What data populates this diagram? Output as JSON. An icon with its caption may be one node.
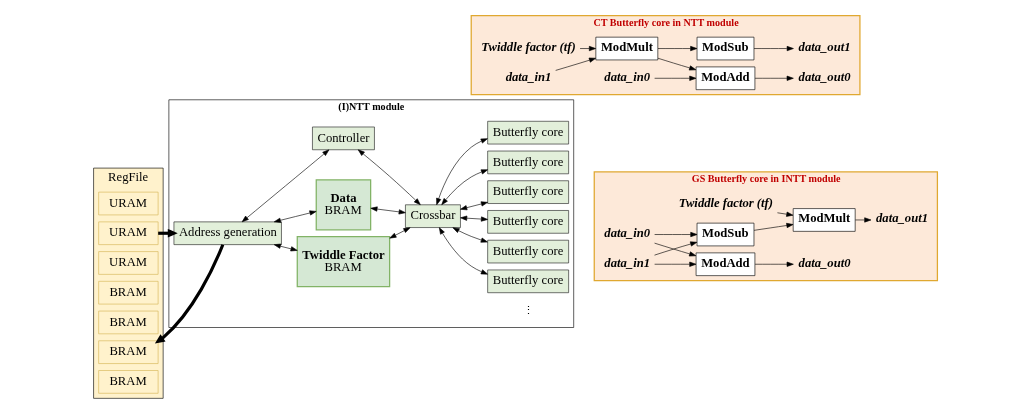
{
  "diagram": {
    "nodes": [
      {
        "text": [
          "RegFile"
        ]
      },
      {
        "text": [
          "URAM"
        ],
        "in": 0
      },
      {
        "text": [
          "URAM"
        ],
        "in": 0
      },
      {
        "text": [
          "URAM"
        ],
        "in": 0
      },
      {
        "text": [
          "BRAM"
        ],
        "in": 0
      },
      {
        "text": [
          "BRAM"
        ],
        "in": 0
      },
      {
        "text": [
          "BRAM"
        ],
        "in": 0
      },
      {
        "text": [
          "BRAM"
        ],
        "in": 0
      },
      {
        "text": [
          "(I)NTT module"
        ]
      },
      {
        "text": [
          "Address generation"
        ],
        "in": 8
      },
      {
        "text": [
          "Data",
          "BRAM"
        ],
        "in": 8
      },
      {
        "text": [
          "Twiddle Factor",
          "BRAM"
        ],
        "in": 8
      },
      {
        "text": [
          "Crossbar"
        ],
        "in": 8
      },
      {
        "text": [
          "Butterfly core"
        ],
        "in": 8
      },
      {
        "text": [
          "Butterfly core"
        ],
        "in": 8
      },
      {
        "text": [
          "Butterfly core"
        ],
        "in": 8
      },
      {
        "text": [
          "Butterfly core"
        ],
        "in": 8
      },
      {
        "text": [
          "Butterfly core"
        ],
        "in": 8
      },
      {
        "text": [
          "Butterfly core"
        ],
        "in": 8
      },
      {
        "text": [
          "Controller"
        ],
        "in": 8
      },
      {
        "text": [
          "CT Butterfly core in NTT module"
        ]
      },
      {
        "text": [
          "data_in0"
        ],
        "in": 20
      },
      {
        "text": [
          "data_in1"
        ],
        "in": 20
      },
      {
        "text": [
          "ModMult"
        ],
        "in": 20
      },
      {
        "text": [
          "ModAdd"
        ],
        "in": 20
      },
      {
        "text": [
          "ModSub"
        ],
        "in": 20
      },
      {
        "text": [
          "data_out0"
        ],
        "in": 20
      },
      {
        "text": [
          "data_out1"
        ],
        "in": 20
      },
      {
        "text": [
          "Twiddle factor (tf)"
        ],
        "in": 20
      },
      {
        "text": [
          "GS Butterfly core in INTT module"
        ]
      },
      {
        "text": [
          "data_in0"
        ],
        "in": 29
      },
      {
        "text": [
          "data_in1"
        ],
        "in": 29
      },
      {
        "text": [
          "ModAdd"
        ],
        "in": 29
      },
      {
        "text": [
          "ModSub"
        ],
        "in": 29
      },
      {
        "text": [
          "ModMult"
        ],
        "in": 29
      },
      {
        "text": [
          "data_out0"
        ],
        "in": 29
      },
      {
        "text": [
          "data_out1"
        ],
        "in": 29
      },
      {
        "text": [
          "Twiddle factor (tf)"
        ],
        "in": 29
      }
    ],
    "edges": [
      {
        "from": 2,
        "to": 9,
        "arrow": "to",
        "style": "thick"
      },
      {
        "from": 9,
        "to": 6,
        "arrow": "to",
        "style": "thick"
      },
      {
        "from": 9,
        "to": 10,
        "arrow": "both"
      },
      {
        "from": 9,
        "to": 11,
        "arrow": "both"
      },
      {
        "from": 10,
        "to": 12,
        "arrow": "both"
      },
      {
        "from": 11,
        "to": 12,
        "arrow": "both"
      },
      {
        "from": 12,
        "to": 13,
        "arrow": "both"
      },
      {
        "from": 12,
        "to": 14,
        "arrow": "both"
      },
      {
        "from": 12,
        "to": 15,
        "arrow": "both"
      },
      {
        "from": 12,
        "to": 16,
        "arrow": "both"
      },
      {
        "from": 12,
        "to": 17,
        "arrow": "both"
      },
      {
        "from": 12,
        "to": 18,
        "arrow": "both"
      },
      {
        "from": 9,
        "to": 19,
        "arrow": "both"
      },
      {
        "from": 12,
        "to": 19,
        "arrow": "both"
      },
      {
        "from": 21,
        "to": 24,
        "arrow": "to"
      },
      {
        "from": 22,
        "to": 23,
        "arrow": "to"
      },
      {
        "from": 23,
        "to": 24,
        "arrow": "to"
      },
      {
        "from": 23,
        "to": 25,
        "arrow": "to"
      },
      {
        "from": 24,
        "to": 26,
        "arrow": "to"
      },
      {
        "from": 25,
        "to": 27,
        "arrow": "to"
      },
      {
        "from": 28,
        "to": 23,
        "arrow": "to"
      },
      {
        "from": 30,
        "to": 32,
        "arrow": "to"
      },
      {
        "from": 30,
        "to": 33,
        "arrow": "to"
      },
      {
        "from": 31,
        "to": 32,
        "arrow": "to"
      },
      {
        "from": 31,
        "to": 33,
        "arrow": "to"
      },
      {
        "from": 32,
        "to": 35,
        "arrow": "to"
      },
      {
        "from": 33,
        "to": 34,
        "arrow": "to"
      },
      {
        "from": 34,
        "to": 36,
        "arrow": "to"
      },
      {
        "from": 37,
        "to": 34,
        "arrow": "to"
      }
    ],
    "labels": [
      "⋮"
    ]
  }
}
